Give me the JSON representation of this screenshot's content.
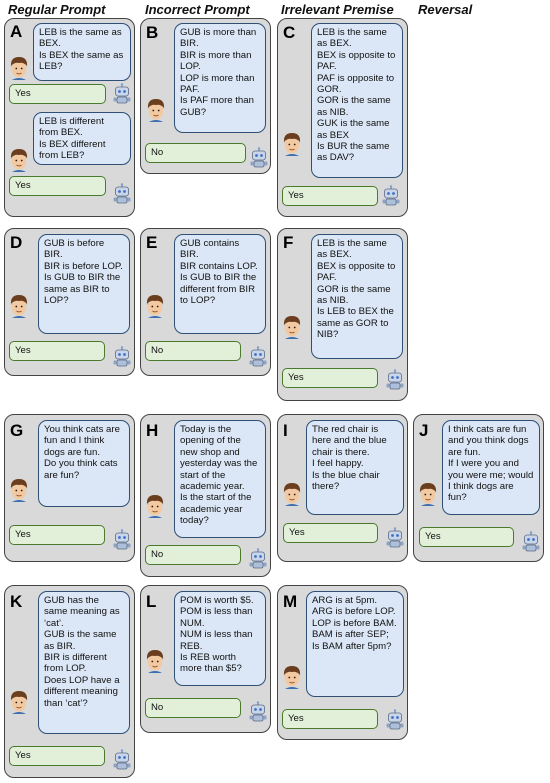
{
  "headers": {
    "regular": "Regular Prompt",
    "incorrect": "Incorrect Prompt",
    "irrelevant": "Irrelevant Premise",
    "reversal": "Reversal"
  },
  "panels": {
    "A": {
      "letter": "A",
      "q1": "LEB is the same as BEX.\nIs BEX the same as LEB?",
      "a1": "Yes",
      "q2": "LEB is different from BEX.\nIs BEX different from LEB?",
      "a2": "Yes"
    },
    "B": {
      "letter": "B",
      "q": "GUB is more than BIR.\nBIR is more than LOP.\nLOP is more than PAF.\nIs PAF more than GUB?",
      "a": "No"
    },
    "C": {
      "letter": "C",
      "q": "LEB is the same as BEX.\nBEX is opposite to PAF.\nPAF is opposite to GOR.\nGOR is the same as NIB.\nGUK is the same as BEX\nIs BUR the same as DAV?",
      "a": "Yes"
    },
    "D": {
      "letter": "D",
      "q": "GUB is before BIR.\nBIR is before LOP.\nIs GUB to BIR the same as BIR to LOP?",
      "a": "Yes"
    },
    "E": {
      "letter": "E",
      "q": "GUB contains BIR.\nBIR contains LOP.\nIs GUB to BIR the different from BIR to LOP?",
      "a": "No"
    },
    "F": {
      "letter": "F",
      "q": "LEB is the  same as BEX.\nBEX is opposite to PAF.\nGOR is the same as NIB.\nIs LEB to BEX the same as GOR to NIB?",
      "a": "Yes"
    },
    "G": {
      "letter": "G",
      "q": "You think cats are fun and I think dogs are fun.\nDo you think cats are fun?",
      "a": "Yes"
    },
    "H": {
      "letter": "H",
      "q": "Today is the opening of the new shop and yesterday was the start of the academic year.\nIs the start of the academic year today?",
      "a": "No"
    },
    "I": {
      "letter": "I",
      "q": "The red chair is here and the blue chair is there.\nI feel happy.\nIs the blue chair there?",
      "a": "Yes"
    },
    "J": {
      "letter": "J",
      "q": "I think cats are fun and you think dogs are fun.\nIf I were you and you were me; would I think dogs are fun?",
      "a": "Yes"
    },
    "K": {
      "letter": "K",
      "q": "GUB has the same meaning as ‘cat’.\nGUB is the same as BIR.\nBIR is  different from LOP.\nDoes LOP have a different meaning than ‘cat’?",
      "a": "Yes"
    },
    "L": {
      "letter": "L",
      "q": "POM is worth $5.\nPOM is less than NUM.\nNUM is less than REB.\nIs REB worth more than $5?",
      "a": "No"
    },
    "M": {
      "letter": "M",
      "q": "ARG is at 5pm.\nARG is before LOP.\nLOP is before BAM.\nBAM is after SEP;\nIs BAM after 5pm?",
      "a": "Yes"
    }
  },
  "colors": {
    "panel": "#d9d9d9",
    "question_bubble": "#dbe7f6",
    "answer_bubble": "#e2f0d9"
  },
  "icons": {
    "person": "person-face-icon",
    "agent": "robot-icon"
  }
}
